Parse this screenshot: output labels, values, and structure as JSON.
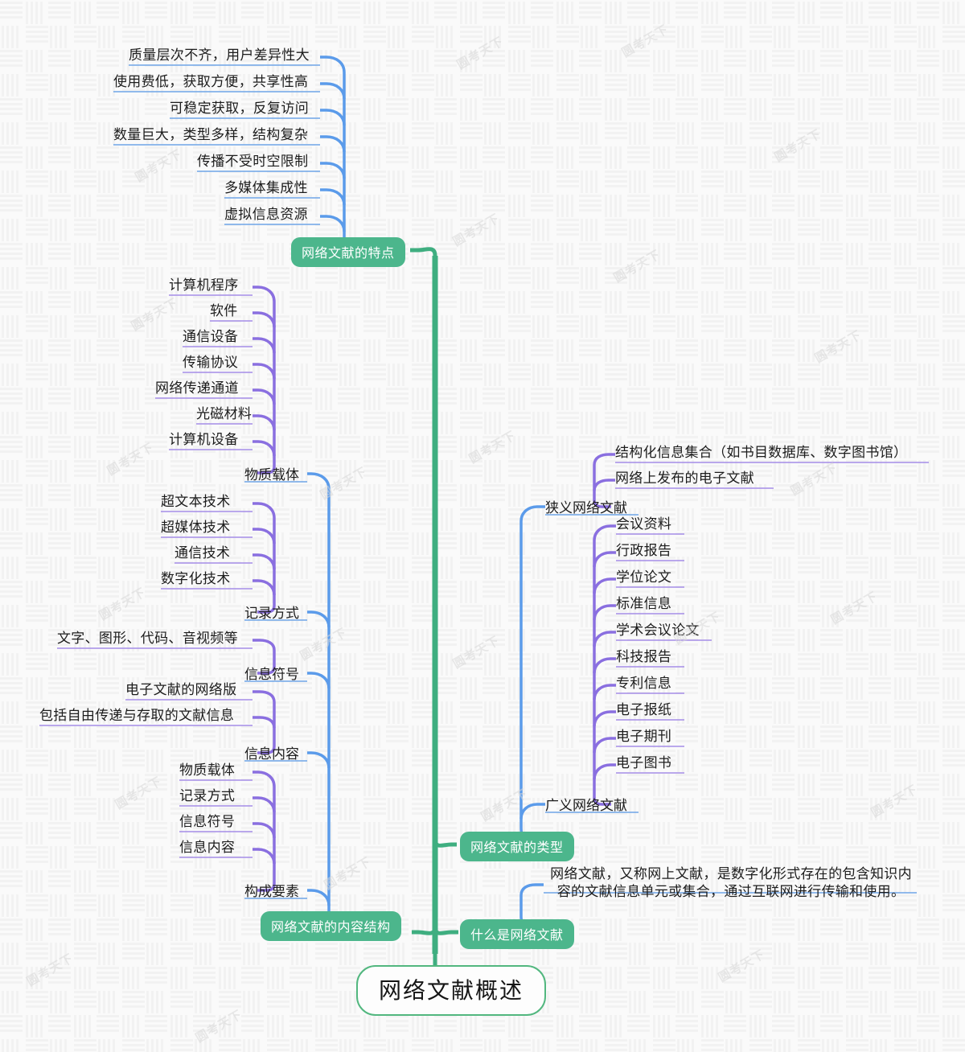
{
  "root": {
    "label": "网络文献概述",
    "color": "#52b77f"
  },
  "palette": {
    "trunk_green": "#3fae80",
    "topic_green": "#4cb68c",
    "blue": "#5b9bea",
    "purple": "#8a6fe0",
    "light_purple": "#a58ce8",
    "text": "#1c1c1c",
    "background": "#fafafa"
  },
  "watermark": {
    "text": "圆考天下"
  },
  "branches": [
    {
      "id": "tezhuan",
      "topic": "网络文献的特点",
      "leaves": [
        "质量层次不齐，用户差异性大",
        "使用费低，获取方便，共享性高",
        "可稳定获取，反复访问",
        "数量巨大，类型多样，结构复杂",
        "传播不受时空限制",
        "多媒体集成性",
        "虚拟信息资源"
      ]
    },
    {
      "id": "neirongjiegou",
      "topic": "网络文献的内容结构",
      "subtopics": [
        {
          "label": "物质载体",
          "leaves": [
            "计算机程序",
            "软件",
            "通信设备",
            "传输协议",
            "网络传递通道",
            "光磁材料",
            "计算机设备"
          ]
        },
        {
          "label": "记录方式",
          "leaves": [
            "超文本技术",
            "超媒体技术",
            "通信技术",
            "数字化技术"
          ]
        },
        {
          "label": "信息符号",
          "leaves": [
            "文字、图形、代码、音视频等"
          ]
        },
        {
          "label": "信息内容",
          "leaves": [
            "电子文献的网络版",
            "包括自由传递与存取的文献信息"
          ]
        },
        {
          "label": "构成要素",
          "leaves": [
            "物质载体",
            "记录方式",
            "信息符号",
            "信息内容"
          ]
        }
      ]
    },
    {
      "id": "leixing",
      "topic": "网络文献的类型",
      "subtopics": [
        {
          "label": "狭义网络文献",
          "leaves": [
            "结构化信息集合（如书目数据库、数字图书馆）",
            "网络上发布的电子文献"
          ]
        },
        {
          "label": "广义网络文献",
          "leaves": [
            "会议资料",
            "行政报告",
            "学位论文",
            "标准信息",
            "学术会议论文",
            "科技报告",
            "专利信息",
            "电子报纸",
            "电子期刊",
            "电子图书"
          ]
        }
      ]
    },
    {
      "id": "shenmeshi",
      "topic": "什么是网络文献",
      "leaves": [
        "网络文献，又称网上文献，是数字化形式存在的包含知识内容的文献信息单元或集合，通过互联网进行传输和使用。"
      ]
    }
  ]
}
